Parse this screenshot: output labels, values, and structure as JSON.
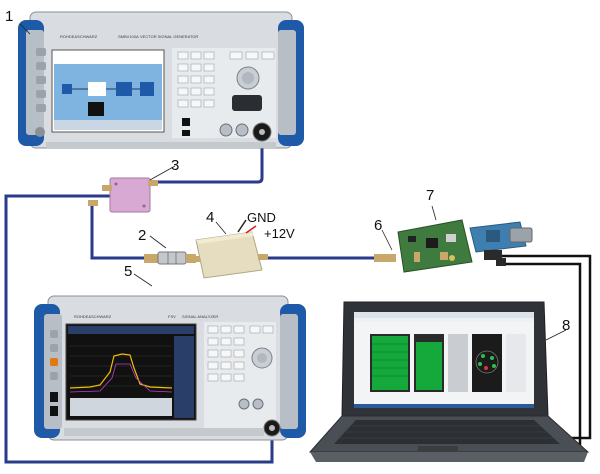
{
  "callouts": [
    "1",
    "2",
    "3",
    "4",
    "5",
    "6",
    "7",
    "8"
  ],
  "power_labels": {
    "ground": "GND",
    "supply": "+12V"
  },
  "instruments": {
    "signal_generator": {
      "brand": "ROHDE&SCHWARZ",
      "model": "VECTOR SIGNAL GENERATOR",
      "series": "SMBV100A"
    },
    "spectrum_analyzer": {
      "brand": "ROHDE&SCHWARZ",
      "model": "FSV",
      "title": "SIGNAL ANALYZER"
    }
  },
  "colors": {
    "cable": "#2a3a8c",
    "instrument_blue": "#1e5aa8",
    "instrument_gray": "#d9dde1",
    "splitter": "#d7a9d3",
    "amplifier": "#e6ddc0",
    "pcb": "#3f7a3e",
    "laptop": "#3a3d42"
  }
}
